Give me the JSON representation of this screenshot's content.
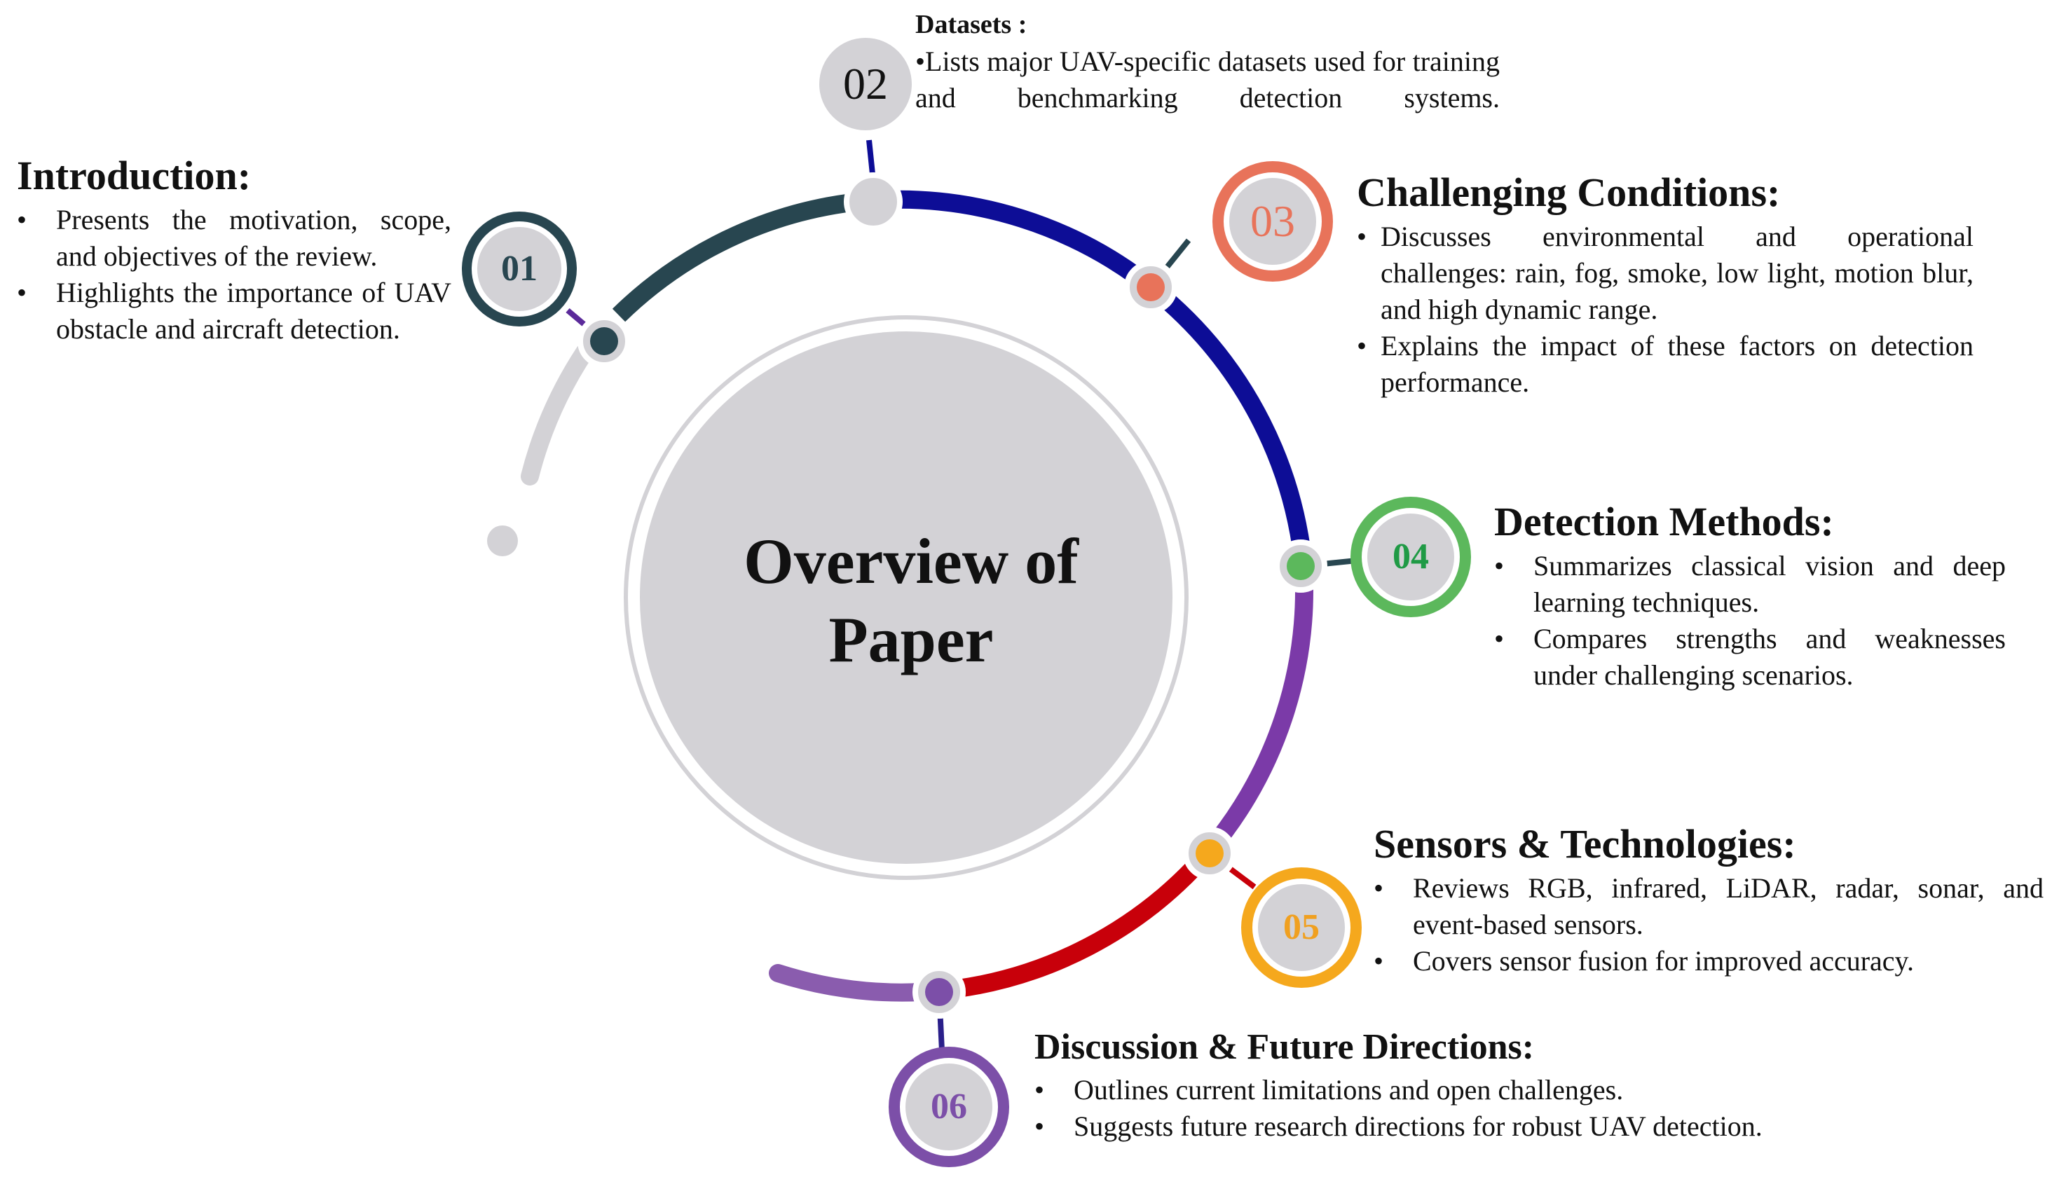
{
  "center": {
    "title_line1": "Overview of",
    "title_line2": "Paper"
  },
  "colors": {
    "introduction": "#284650",
    "datasets_arc": "#0d0d96",
    "challenging": "#e8735a",
    "detection": "#5cb85c",
    "sensors": "#f5a81d",
    "discussion": "#7c4fa8",
    "red_arc": "#c8000a",
    "purple_arc": "#7b3aa8",
    "grey": "#d3d2d6"
  },
  "sections": {
    "introduction": {
      "number": "01",
      "title": "Introduction:",
      "bullets": [
        "Presents the motivation, scope, and objectives of the review.",
        "Highlights the importance of UAV obstacle and aircraft detection."
      ]
    },
    "datasets": {
      "number": "02",
      "title": "Datasets :",
      "text": "•Lists major UAV-specific datasets used for training and benchmarking detection systems."
    },
    "challenging": {
      "number": "03",
      "title": "Challenging Conditions:",
      "bullets": [
        "Discusses environmental and operational challenges: rain, fog, smoke, low light, motion blur, and high dynamic range.",
        "Explains the impact of these factors on detection performance."
      ]
    },
    "detection": {
      "number": "04",
      "title": "Detection Methods:",
      "bullets": [
        "Summarizes classical vision and deep learning techniques.",
        "Compares strengths and weaknesses under challenging scenarios."
      ]
    },
    "sensors": {
      "number": "05",
      "title": "Sensors & Technologies:",
      "bullets": [
        "Reviews RGB, infrared, LiDAR, radar, sonar, and event-based sensors.",
        "Covers sensor fusion for improved accuracy."
      ]
    },
    "discussion": {
      "number": "06",
      "title": "Discussion & Future Directions:",
      "bullets": [
        "Outlines current limitations and open challenges.",
        "Suggests future research directions for robust UAV detection."
      ]
    }
  }
}
